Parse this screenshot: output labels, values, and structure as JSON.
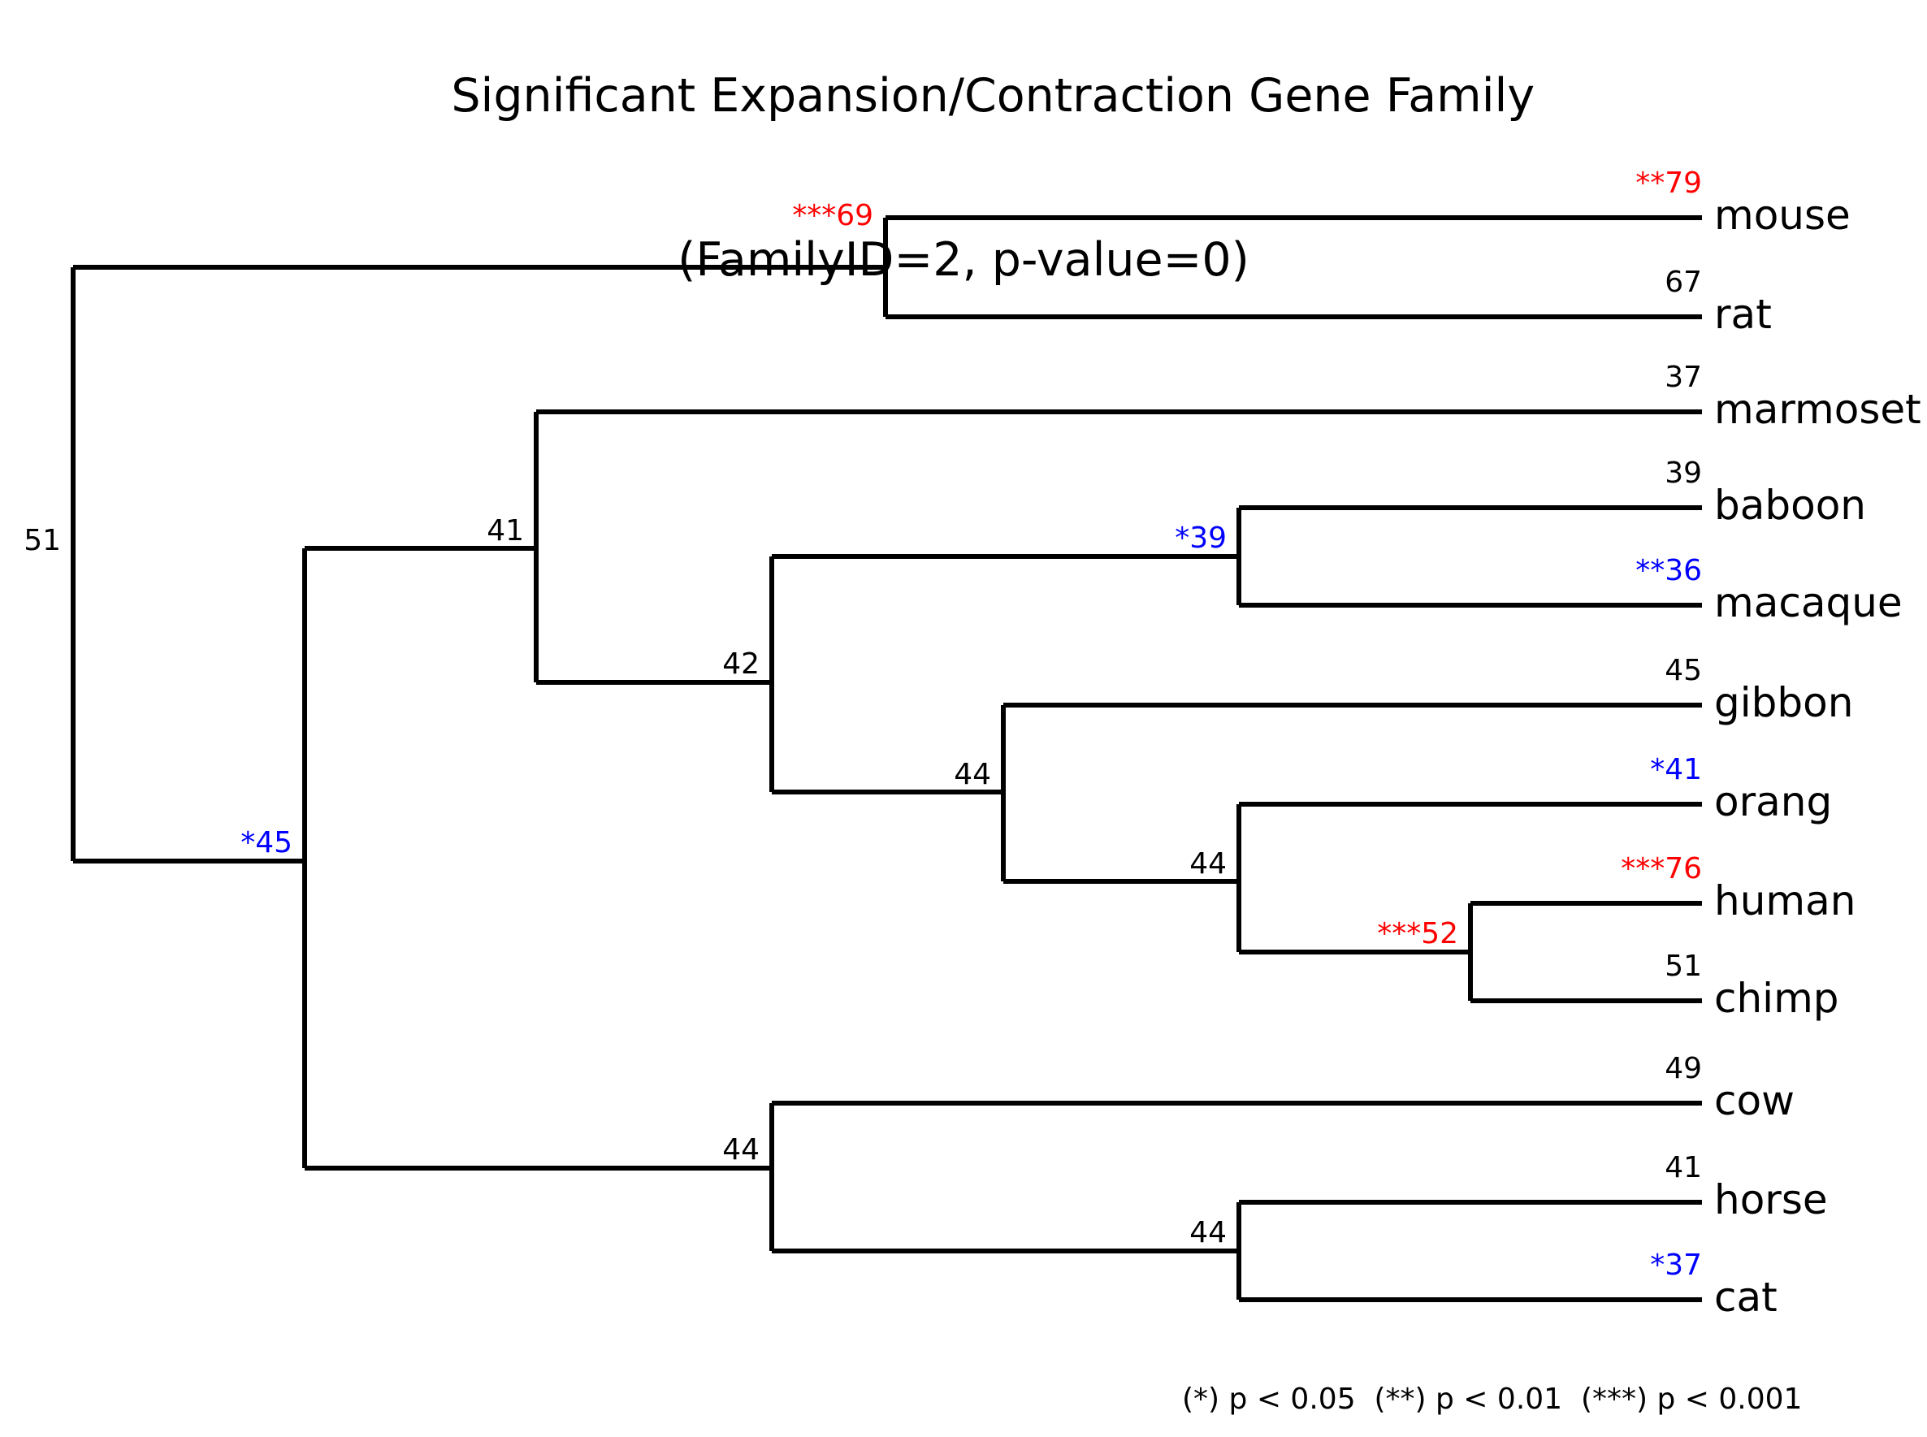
{
  "chart_data": {
    "type": "tree",
    "title": "Significant Expansion/Contraction Gene Family",
    "subtitle": "(FamilyID=2, p-value=0)",
    "footer_legend": "(*) p < 0.05  (**) p < 0.01  (***) p < 0.001",
    "colors": {
      "expansion": "#ff0000",
      "contraction": "#0000ff",
      "neutral": "#000000",
      "branch": "#000000",
      "background": "#ffffff"
    },
    "significance_levels": [
      {
        "marker": "*",
        "threshold": "p < 0.05"
      },
      {
        "marker": "**",
        "threshold": "p < 0.01"
      },
      {
        "marker": "***",
        "threshold": "p < 0.001"
      }
    ],
    "tips": [
      {
        "name": "mouse",
        "count": 79,
        "label": "**79",
        "stars": "**",
        "significance": "expansion",
        "color": "#ff0000"
      },
      {
        "name": "rat",
        "count": 67,
        "label": "67",
        "stars": "",
        "significance": "none",
        "color": "#000000"
      },
      {
        "name": "marmoset",
        "count": 37,
        "label": "37",
        "stars": "",
        "significance": "none",
        "color": "#000000"
      },
      {
        "name": "baboon",
        "count": 39,
        "label": "39",
        "stars": "",
        "significance": "none",
        "color": "#000000"
      },
      {
        "name": "macaque",
        "count": 36,
        "label": "**36",
        "stars": "**",
        "significance": "contraction",
        "color": "#0000ff"
      },
      {
        "name": "gibbon",
        "count": 45,
        "label": "45",
        "stars": "",
        "significance": "none",
        "color": "#000000"
      },
      {
        "name": "orang",
        "count": 41,
        "label": "*41",
        "stars": "*",
        "significance": "contraction",
        "color": "#0000ff"
      },
      {
        "name": "human",
        "count": 76,
        "label": "***76",
        "stars": "***",
        "significance": "expansion",
        "color": "#ff0000"
      },
      {
        "name": "chimp",
        "count": 51,
        "label": "51",
        "stars": "",
        "significance": "none",
        "color": "#000000"
      },
      {
        "name": "cow",
        "count": 49,
        "label": "49",
        "stars": "",
        "significance": "none",
        "color": "#000000"
      },
      {
        "name": "horse",
        "count": 41,
        "label": "41",
        "stars": "",
        "significance": "none",
        "color": "#000000"
      },
      {
        "name": "cat",
        "count": 37,
        "label": "*37",
        "stars": "*",
        "significance": "contraction",
        "color": "#0000ff"
      }
    ],
    "internal_nodes": [
      {
        "id": "root",
        "count": 51,
        "label": "51",
        "stars": "",
        "significance": "none",
        "color": "#000000",
        "children": "rodents + (primates,(laurasiatheria))"
      },
      {
        "id": "murinae",
        "count": 69,
        "label": "***69",
        "stars": "***",
        "significance": "expansion",
        "color": "#ff0000",
        "children": "mouse,rat"
      },
      {
        "id": "boreo",
        "count": 45,
        "label": "*45",
        "stars": "*",
        "significance": "contraction",
        "color": "#0000ff",
        "children": "primates,laurasiatheria"
      },
      {
        "id": "primates",
        "count": 41,
        "label": "41",
        "stars": "",
        "significance": "none",
        "color": "#000000",
        "children": "marmoset,catarrhines"
      },
      {
        "id": "catarrhine",
        "count": 42,
        "label": "42",
        "stars": "",
        "significance": "none",
        "color": "#000000",
        "children": "cercopithecoids,apes"
      },
      {
        "id": "cercopith",
        "count": 39,
        "label": "*39",
        "stars": "*",
        "significance": "contraction",
        "color": "#0000ff",
        "children": "baboon,macaque"
      },
      {
        "id": "apes",
        "count": 44,
        "label": "44",
        "stars": "",
        "significance": "none",
        "color": "#000000",
        "children": "gibbon,greatapes"
      },
      {
        "id": "greatapes",
        "count": 44,
        "label": "44",
        "stars": "",
        "significance": "none",
        "color": "#000000",
        "children": "orang,hominini"
      },
      {
        "id": "hominini",
        "count": 52,
        "label": "***52",
        "stars": "***",
        "significance": "expansion",
        "color": "#ff0000",
        "children": "human,chimp"
      },
      {
        "id": "laurasia",
        "count": 44,
        "label": "44",
        "stars": "",
        "significance": "none",
        "color": "#000000",
        "children": "cow,perisso-carnivora"
      },
      {
        "id": "horsecat",
        "count": 44,
        "label": "44",
        "stars": "",
        "significance": "none",
        "color": "#000000",
        "children": "horse,cat"
      }
    ]
  },
  "header": {
    "title_line1": "Significant Expansion/Contraction Gene Family",
    "title_line2": "(FamilyID=2, p-value=0)"
  },
  "footer": {
    "legend": "(*) p < 0.05  (**) p < 0.01  (***) p < 0.001"
  }
}
